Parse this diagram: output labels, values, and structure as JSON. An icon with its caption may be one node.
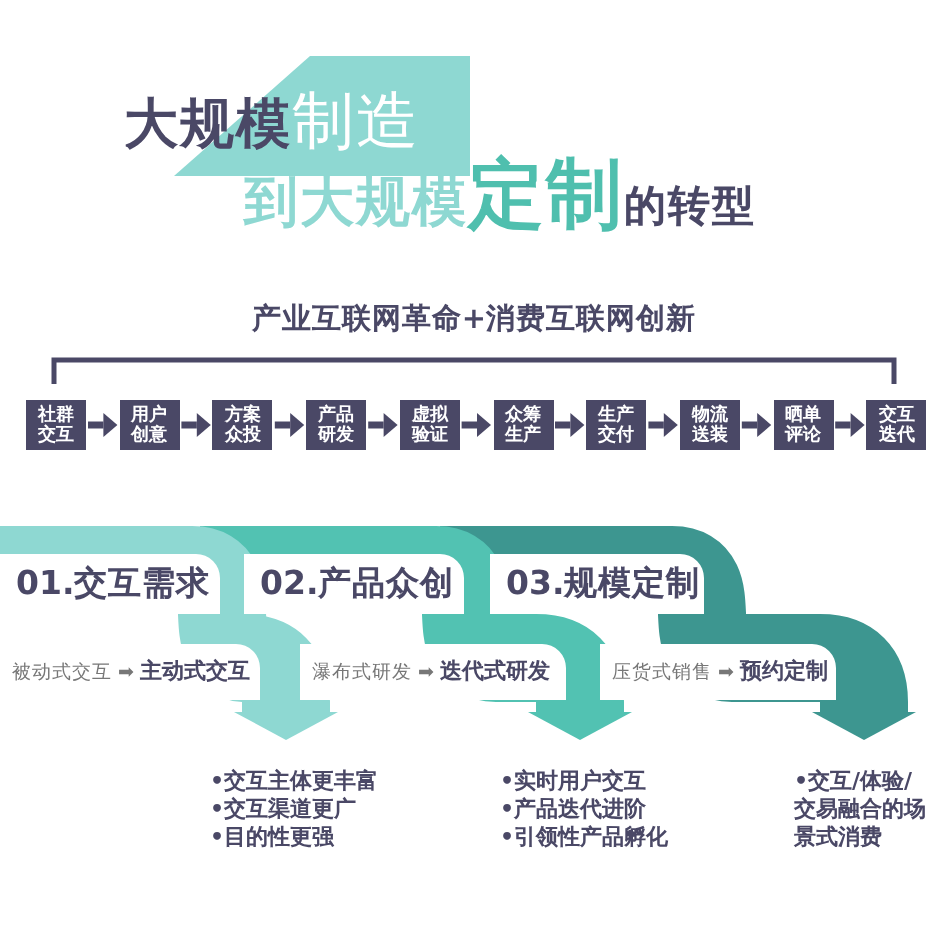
{
  "diagram": {
    "title": "大规模**制造**到大规模**定制**的转型",
    "nodes": [
      {
        "text": [
          "社群交互"
        ]
      },
      {
        "text": [
          "用户创意"
        ]
      },
      {
        "text": [
          "方案众投"
        ]
      },
      {
        "text": [
          "产品研发"
        ]
      },
      {
        "text": [
          "虚拟验证"
        ]
      },
      {
        "text": [
          "众筹生产"
        ]
      },
      {
        "text": [
          "生产交付"
        ]
      },
      {
        "text": [
          "物流送装"
        ]
      },
      {
        "text": [
          "晒单评论"
        ]
      },
      {
        "text": [
          "交互迭代"
        ]
      },
      {
        "text": [
          "01.交互需求",
          "被动式交互 ➡ **主动式交互**"
        ]
      },
      {
        "text": [
          "02.产品众创",
          "瀑布式研发 ➡ **迭代式研发**"
        ]
      },
      {
        "text": [
          "03.规模定制",
          "压货式销售 ➡ **预约定制**"
        ]
      },
      {
        "text": [
          "•交互主体更丰富",
          "•交互渠道更广",
          "•目的性更强"
        ]
      },
      {
        "text": [
          "•实时用户交互",
          "•产品迭代进阶",
          "•引领性产品孵化"
        ]
      },
      {
        "text": [
          "•交互/体验/交易融合的场景式消费"
        ]
      }
    ],
    "edges": [
      {
        "from": 0,
        "to": 1,
        "arrow": "to"
      },
      {
        "from": 1,
        "to": 2,
        "arrow": "to"
      },
      {
        "from": 2,
        "to": 3,
        "arrow": "to"
      },
      {
        "from": 3,
        "to": 4,
        "arrow": "to"
      },
      {
        "from": 4,
        "to": 5,
        "arrow": "to"
      },
      {
        "from": 5,
        "to": 6,
        "arrow": "to"
      },
      {
        "from": 6,
        "to": 7,
        "arrow": "to"
      },
      {
        "from": 7,
        "to": 8,
        "arrow": "to"
      },
      {
        "from": 8,
        "to": 9,
        "arrow": "to"
      },
      {
        "from": 10,
        "to": 13,
        "arrow": "to",
        "color": "#8ed8d2",
        "style": "thick"
      },
      {
        "from": 11,
        "to": 14,
        "arrow": "to",
        "color": "#52c2b2",
        "style": "thick"
      },
      {
        "from": 12,
        "to": 15,
        "arrow": "to",
        "color": "#3d9690",
        "style": "thick"
      }
    ],
    "labels": [
      "产业互联网革命+消费互联网创新"
    ]
  }
}
